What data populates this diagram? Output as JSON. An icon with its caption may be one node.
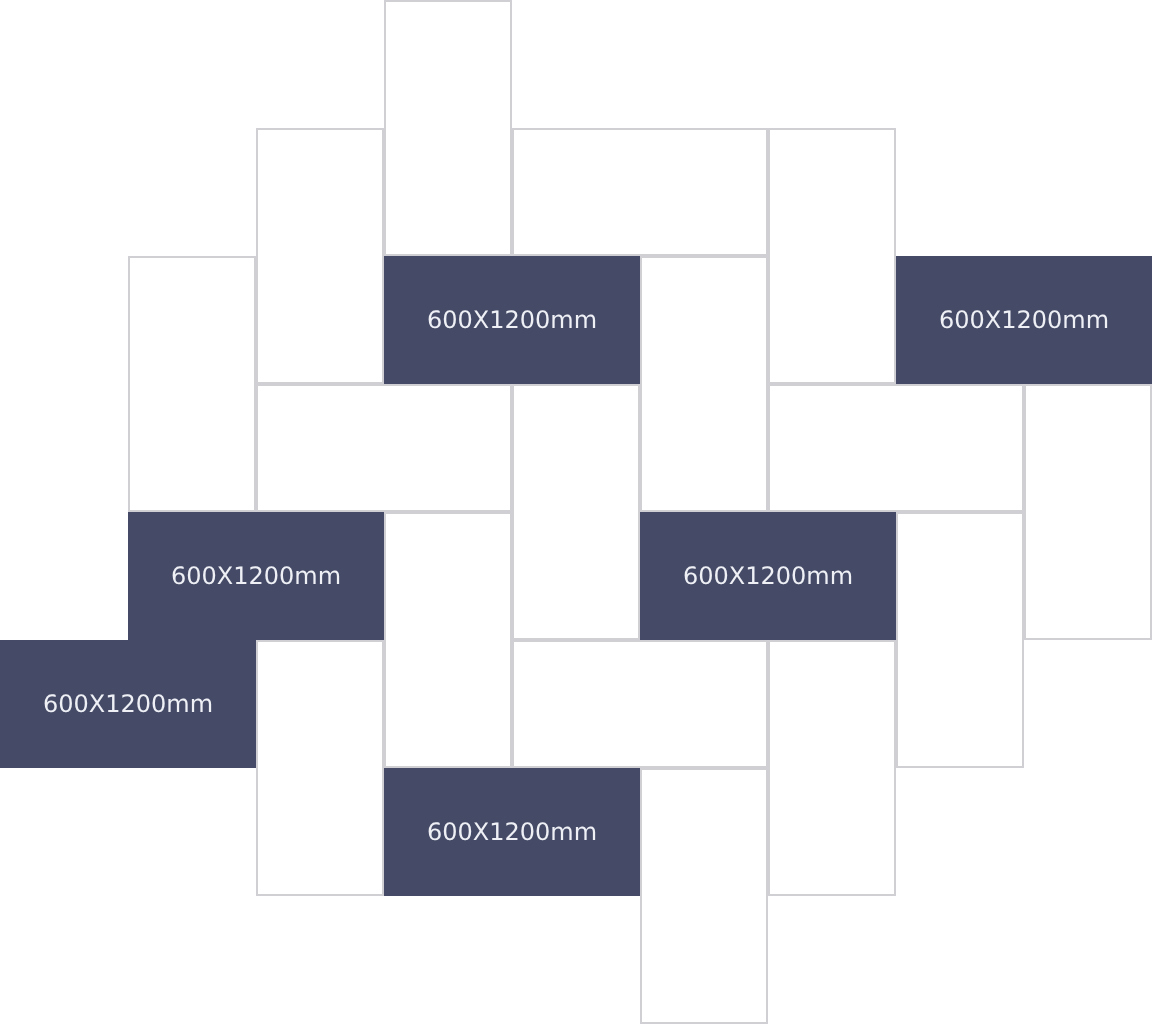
{
  "diagram": {
    "nodes": [
      {
        "text": [],
        "shape": "box"
      },
      {
        "text": [],
        "shape": "box"
      },
      {
        "text": [],
        "shape": "box"
      },
      {
        "text": [],
        "shape": "box"
      },
      {
        "text": [],
        "shape": "box"
      },
      {
        "text": [
          "600X1200mm"
        ]
      },
      {
        "text": [],
        "shape": "box"
      },
      {
        "text": [
          "600X1200mm"
        ]
      },
      {
        "text": [],
        "shape": "box"
      },
      {
        "text": [],
        "shape": "box"
      },
      {
        "text": [],
        "shape": "box"
      },
      {
        "text": [],
        "shape": "box"
      },
      {
        "text": [
          "600X1200mm"
        ]
      },
      {
        "text": [],
        "shape": "box"
      },
      {
        "text": [
          "600X1200mm"
        ]
      },
      {
        "text": [],
        "shape": "box"
      },
      {
        "text": [
          "600X1200mm"
        ]
      },
      {
        "text": [],
        "shape": "box"
      },
      {
        "text": [],
        "shape": "box"
      },
      {
        "text": [],
        "shape": "box"
      },
      {
        "text": [
          "600X1200mm"
        ]
      },
      {
        "text": [],
        "shape": "box"
      }
    ]
  }
}
